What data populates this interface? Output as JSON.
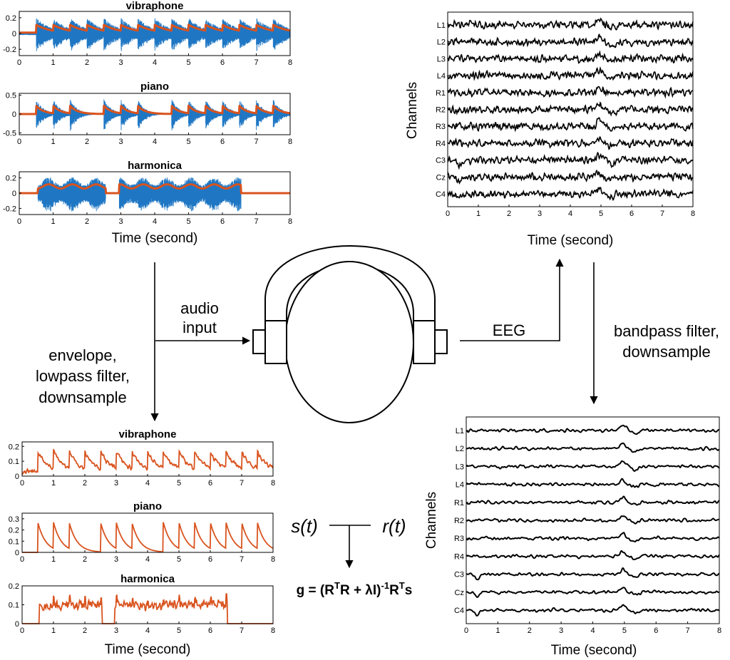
{
  "audio_raw": {
    "panels": [
      {
        "title": "vibraphone",
        "yticks": [
          "0.2",
          "0",
          "-0.2"
        ],
        "ytick_values": [
          0.2,
          0,
          -0.2
        ],
        "ylim": [
          -0.28,
          0.28
        ],
        "onsets": [
          0.5,
          1.0,
          1.5,
          2.0,
          2.5,
          3.0,
          3.5,
          4.0,
          4.5,
          5.0,
          5.5,
          6.0,
          6.5,
          7.0,
          7.5
        ]
      },
      {
        "title": "piano",
        "yticks": [
          "0.5",
          "0",
          "-0.5"
        ],
        "ytick_values": [
          0.5,
          0,
          -0.5
        ],
        "ylim": [
          -0.55,
          0.55
        ],
        "onsets": [
          0.5,
          1.0,
          1.5,
          2.5,
          3.0,
          3.5,
          4.5,
          5.0,
          5.5,
          6.0,
          6.5,
          7.0,
          7.5
        ]
      },
      {
        "title": "harmonica",
        "yticks": [
          "0.2",
          "0",
          "-0.2"
        ],
        "ytick_values": [
          0.2,
          0,
          -0.2
        ],
        "ylim": [
          -0.28,
          0.28
        ],
        "segments": [
          [
            0.55,
            2.55
          ],
          [
            2.95,
            6.55
          ]
        ]
      }
    ],
    "xticks": [
      "0",
      "1",
      "2",
      "3",
      "4",
      "5",
      "6",
      "7",
      "8"
    ],
    "xlabel": "Time (second)",
    "colors": {
      "waveform": "#1f77c4",
      "envelope": "#d9531e"
    }
  },
  "eeg_raw": {
    "ylabel": "Channels",
    "channels": [
      "L1",
      "L2",
      "L3",
      "L4",
      "R1",
      "R2",
      "R3",
      "R4",
      "C3",
      "Cz",
      "C4"
    ],
    "xticks": [
      "0",
      "1",
      "2",
      "3",
      "4",
      "5",
      "6",
      "7",
      "8"
    ],
    "xlabel": "Time (second)"
  },
  "eeg_filtered": {
    "ylabel": "Channels",
    "channels": [
      "L1",
      "L2",
      "L3",
      "L4",
      "R1",
      "R2",
      "R3",
      "R4",
      "C3",
      "Cz",
      "C4"
    ],
    "xticks": [
      "0",
      "1",
      "2",
      "3",
      "4",
      "5",
      "6",
      "7",
      "8"
    ],
    "xlabel": "Time (second)"
  },
  "envelopes": {
    "panels": [
      {
        "title": "vibraphone",
        "yticks": [
          "0.2",
          "0.1",
          "0"
        ],
        "ytick_values": [
          0.2,
          0.1,
          0
        ],
        "ylim": [
          0,
          0.23
        ]
      },
      {
        "title": "piano",
        "yticks": [
          "0.3",
          "0.2",
          "0.1",
          "0"
        ],
        "ytick_values": [
          0.3,
          0.2,
          0.1,
          0
        ],
        "ylim": [
          0,
          0.35
        ]
      },
      {
        "title": "harmonica",
        "yticks": [
          "0.2",
          "0.1",
          "0"
        ],
        "ytick_values": [
          0.2,
          0.1,
          0
        ],
        "ylim": [
          0,
          0.2
        ]
      }
    ],
    "xticks": [
      "0",
      "1",
      "2",
      "3",
      "4",
      "5",
      "6",
      "7",
      "8"
    ],
    "xlabel": "Time (second)",
    "color": "#d9531e"
  },
  "flow": {
    "audio_input": [
      "audio",
      "input"
    ],
    "envelope_steps": [
      "envelope,",
      "lowpass filter,",
      "downsample"
    ],
    "eeg": "EEG",
    "bandpass_steps": [
      "bandpass filter,",
      "downsample"
    ],
    "stimulus": "s(t)",
    "response": "r(t)"
  }
}
